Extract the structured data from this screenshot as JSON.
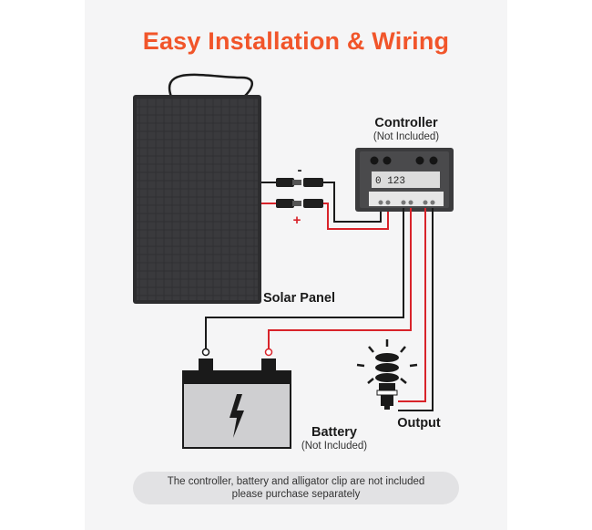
{
  "title": "Easy Installation & Wiring",
  "labels": {
    "solar_panel": "Solar Panel",
    "controller": "Controller",
    "controller_note": "(Not Included)",
    "battery": "Battery",
    "battery_note": "(Not Included)",
    "output": "Output",
    "minus_sign": "-",
    "plus_sign": "+",
    "display_value": "0 123"
  },
  "note": {
    "line1": "The controller, battery and alligator clip are not included",
    "line2": "please purchase separately"
  },
  "colors": {
    "title": "#f1552a",
    "red_wire": "#d8232a",
    "black_wire": "#1a1a1a",
    "panel": "#2d2d2f",
    "background": "#f5f5f6",
    "note_bg": "#e2e2e4"
  },
  "icons": [
    "solar-panel-icon",
    "mc4-connector-icon",
    "controller-icon",
    "battery-icon",
    "lightning-icon",
    "bulb-icon"
  ]
}
